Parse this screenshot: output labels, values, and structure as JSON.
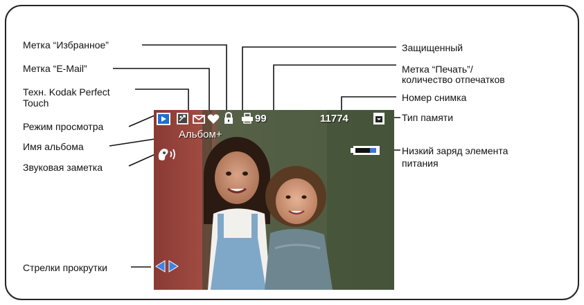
{
  "labels": {
    "favorite": "Метка “Избранное”",
    "email": "Метка “E-Mail”",
    "perfect_touch": "Техн. Kodak Perfect\nTouch",
    "review_mode": "Режим просмотра",
    "album_name": "Имя альбома",
    "audio_note": "Звуковая заметка",
    "scroll_arrows": "Стрелки прокрутки",
    "protected": "Защищенный",
    "print_tag": "Метка “Печать”/\nколичество отпечатков",
    "picture_number": "Номер снимка",
    "storage_type": "Тип памяти",
    "low_battery": "Низкий заряд элемента\nпитания"
  },
  "screen": {
    "print_count": "99",
    "picture_number": "11774",
    "album_name": "Альбом+"
  },
  "icons": [
    "review-mode-icon",
    "perfect-touch-icon",
    "email-icon",
    "favorite-heart-icon",
    "protected-lock-icon",
    "print-icon",
    "storage-card-icon",
    "audio-note-icon",
    "battery-low-icon",
    "scroll-left-icon",
    "scroll-right-icon"
  ],
  "colors": {
    "icon_blue": "#1e6fd8",
    "battery_blue": "#3a78d8",
    "arrow_blue": "#3d82e6"
  }
}
